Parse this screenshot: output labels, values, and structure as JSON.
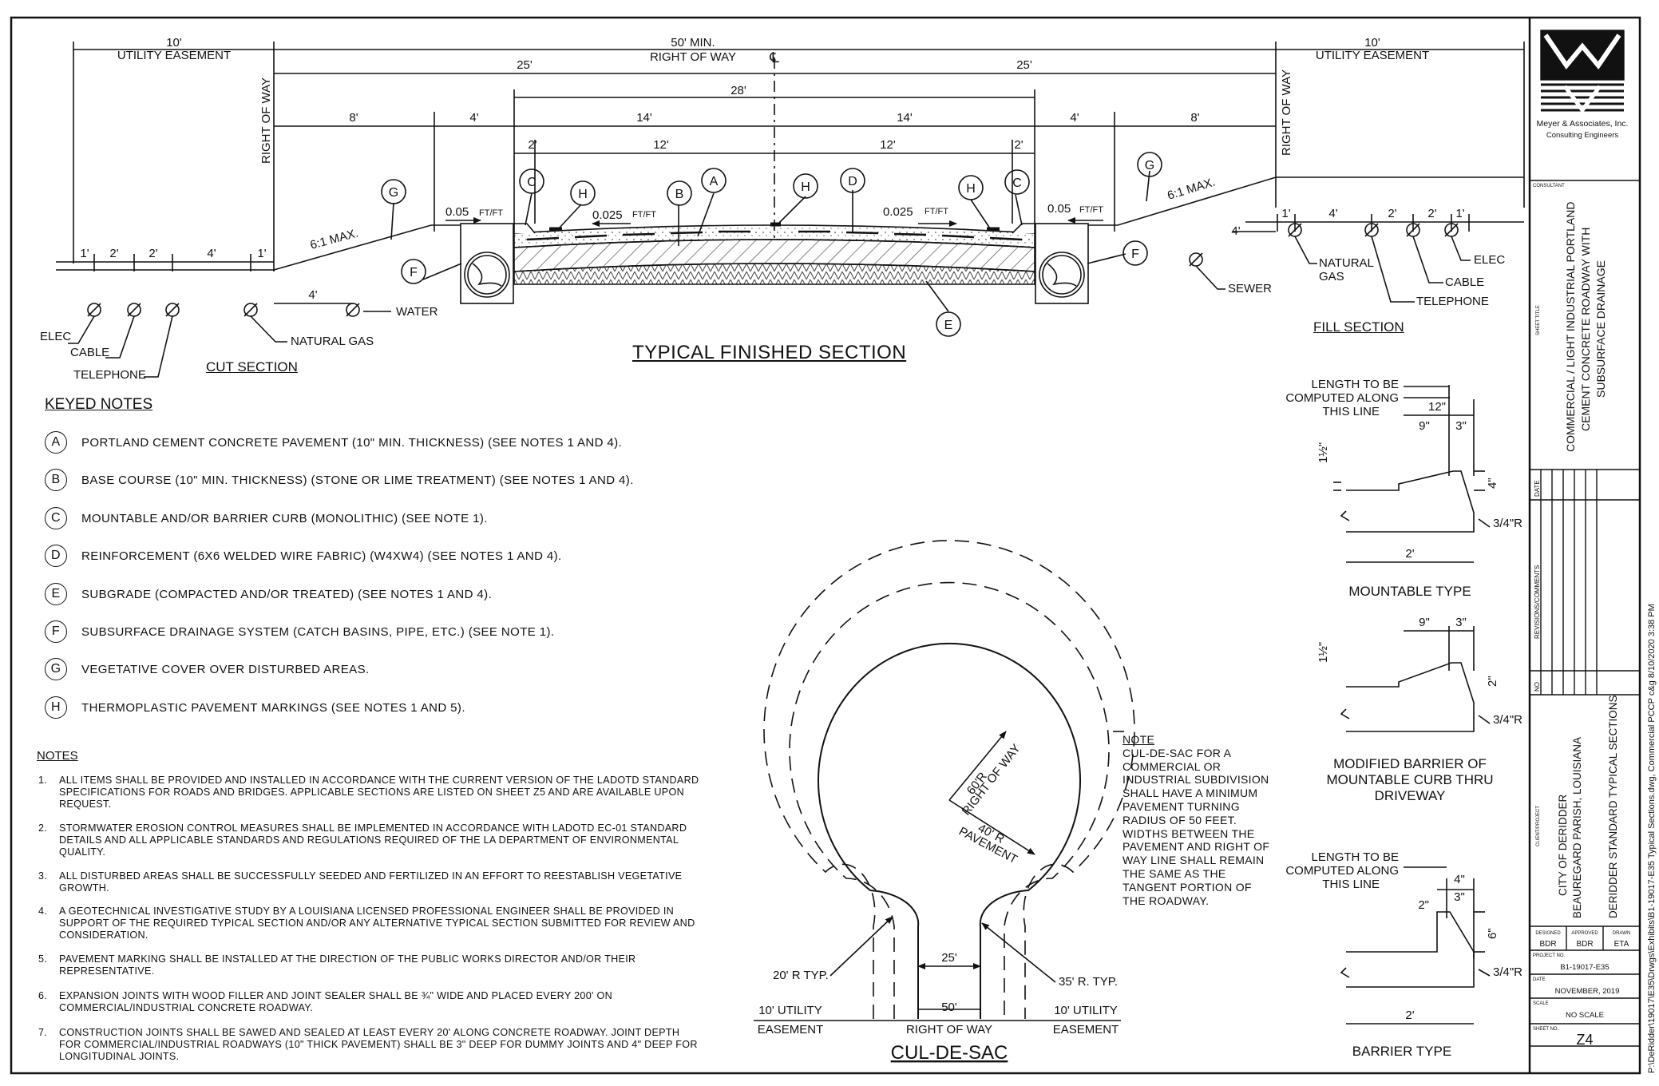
{
  "typical_section": {
    "title": "TYPICAL FINISHED SECTION",
    "cut_section": "CUT SECTION",
    "fill_section": "FILL SECTION",
    "dims": {
      "utility_easement_10": "10'",
      "utility_easement": "UTILITY EASEMENT",
      "row_50": "50' MIN.",
      "right_of_way": "RIGHT OF WAY",
      "centerline": "℄",
      "d25": "25'",
      "d28": "28'",
      "d8": "8'",
      "d4": "4'",
      "d14": "14'",
      "d2": "2'",
      "d12": "12'",
      "d1": "1'"
    },
    "slopes": {
      "s005": "0.05",
      "s0025": "0.025",
      "ftft": "FT/FT",
      "max61": "6:1 MAX."
    },
    "utilities": {
      "elec": "ELEC",
      "cable": "CABLE",
      "telephone": "TELEPHONE",
      "natural_gas": "NATURAL GAS",
      "water": "WATER",
      "sewer": "SEWER",
      "natural": "NATURAL",
      "gas": "GAS"
    },
    "letters": {
      "a": "A",
      "b": "B",
      "c": "C",
      "d": "D",
      "e": "E",
      "f": "F",
      "g": "G",
      "h": "H"
    }
  },
  "keyed_notes": {
    "title": "KEYED NOTES",
    "items": [
      {
        "key": "A",
        "text": "PORTLAND CEMENT CONCRETE PAVEMENT (10\" MIN. THICKNESS) (SEE NOTES 1 AND 4)."
      },
      {
        "key": "B",
        "text": "BASE COURSE (10\" MIN. THICKNESS) (STONE OR LIME TREATMENT) (SEE NOTES 1 AND 4)."
      },
      {
        "key": "C",
        "text": "MOUNTABLE AND/OR BARRIER CURB (MONOLITHIC) (SEE NOTE 1)."
      },
      {
        "key": "D",
        "text": "REINFORCEMENT (6X6 WELDED WIRE FABRIC) (W4XW4) (SEE NOTES 1 AND 4)."
      },
      {
        "key": "E",
        "text": "SUBGRADE (COMPACTED AND/OR TREATED) (SEE NOTES 1 AND 4)."
      },
      {
        "key": "F",
        "text": "SUBSURFACE DRAINAGE SYSTEM (CATCH BASINS, PIPE, ETC.) (SEE NOTE 1)."
      },
      {
        "key": "G",
        "text": "VEGETATIVE COVER OVER DISTURBED AREAS."
      },
      {
        "key": "H",
        "text": "THERMOPLASTIC PAVEMENT MARKINGS (SEE NOTES 1 AND 5)."
      }
    ]
  },
  "notes": {
    "title": "NOTES",
    "items": [
      {
        "num": "1.",
        "text": "ALL ITEMS SHALL BE PROVIDED AND INSTALLED IN ACCORDANCE WITH THE CURRENT VERSION OF THE LADOTD STANDARD SPECIFICATIONS FOR ROADS AND BRIDGES. APPLICABLE SECTIONS ARE LISTED ON SHEET Z5 AND ARE AVAILABLE UPON REQUEST."
      },
      {
        "num": "2.",
        "text": "STORMWATER EROSION CONTROL MEASURES SHALL BE IMPLEMENTED IN ACCORDANCE WITH LADOTD EC-01 STANDARD DETAILS AND ALL APPLICABLE STANDARDS AND REGULATIONS REQUIRED OF THE LA DEPARTMENT OF ENVIRONMENTAL QUALITY."
      },
      {
        "num": "3.",
        "text": "ALL DISTURBED AREAS SHALL BE SUCCESSFULLY SEEDED AND FERTILIZED IN AN EFFORT TO REESTABLISH VEGETATIVE GROWTH."
      },
      {
        "num": "4.",
        "text": "A GEOTECHNICAL INVESTIGATIVE STUDY BY A LOUISIANA LICENSED PROFESSIONAL ENGINEER SHALL BE PROVIDED IN SUPPORT OF THE REQUIRED TYPICAL SECTION AND/OR ANY ALTERNATIVE TYPICAL SECTION SUBMITTED FOR REVIEW AND CONSIDERATION."
      },
      {
        "num": "5.",
        "text": "PAVEMENT MARKING SHALL BE INSTALLED AT THE DIRECTION OF THE PUBLIC WORKS DIRECTOR AND/OR THEIR REPRESENTATIVE."
      },
      {
        "num": "6.",
        "text": "EXPANSION JOINTS WITH WOOD FILLER AND JOINT SEALER SHALL BE ¾\" WIDE AND PLACED EVERY 200' ON COMMERCIAL/INDUSTRIAL CONCRETE ROADWAY."
      },
      {
        "num": "7.",
        "text": "CONSTRUCTION JOINTS SHALL BE SAWED AND SEALED AT LEAST EVERY 20' ALONG CONCRETE ROADWAY. JOINT DEPTH FOR COMMERCIAL/INDUSTRIAL ROADWAYS (10\" THICK PAVEMENT) SHALL BE 3\" DEEP FOR DUMMY JOINTS AND 4\" DEEP FOR LONGITUDINAL JOINTS."
      }
    ]
  },
  "cul_de_sac": {
    "title": "CUL-DE-SAC",
    "r60": "60'R",
    "row": "RIGHT OF WAY",
    "r40": "40' R",
    "pavement": "PAVEMENT",
    "r20": "20' R TYP.",
    "r35": "35' R. TYP.",
    "d25": "25'",
    "d50": "50'",
    "row2": "RIGHT OF WAY",
    "util10": "10' UTILITY",
    "easement": "EASEMENT",
    "note_title": "NOTE",
    "note_lines": [
      "CUL-DE-SAC FOR A",
      "COMMERCIAL OR",
      "INDUSTRIAL SUBDIVISION",
      "SHALL HAVE A MINIMUM",
      "PAVEMENT TURNING",
      "RADIUS OF 50 FEET.",
      "WIDTHS BETWEEN THE",
      "PAVEMENT AND RIGHT OF",
      "WAY LINE SHALL REMAIN",
      "THE SAME AS THE",
      "TANGENT PORTION OF",
      "THE ROADWAY."
    ]
  },
  "curbs": {
    "length1": [
      "LENGTH TO BE",
      "COMPUTED ALONG",
      "THIS LINE"
    ],
    "d12in": "12\"",
    "d9in": "9\"",
    "d3in": "3\"",
    "d4in": "4\"",
    "d2in": "2\"",
    "d6in": "6\"",
    "d112": "1½\"",
    "r34": "3/4\"R",
    "d2ft": "2'",
    "mountable": "MOUNTABLE TYPE",
    "modified": [
      "MODIFIED BARRIER OF",
      "MOUNTABLE CURB THRU",
      "DRIVEWAY"
    ],
    "barrier": "BARRIER TYPE"
  },
  "title_block": {
    "firm": "Meyer & Associates, Inc.",
    "firm_sub": "Consulting Engineers",
    "consultant": "CONSULTANT",
    "sheet_title_label": "SHEET TITLE",
    "sheet_title": [
      "COMMERCIAL / LIGHT INDUSTRIAL PORTLAND",
      "CEMENT CONCRETE ROADWAY WITH",
      "SUBSURFACE DRAINAGE"
    ],
    "date": "DATE",
    "revisions": "REVISIONS/COMMENTS",
    "no": "NO",
    "client_label": "CLIENT/PROJECT",
    "client": [
      "CITY OF DERIDDER",
      "BEAUREGARD PARISH, LOUISIANA"
    ],
    "project_desc": "DERIDDER STANDARD TYPICAL SECTIONS",
    "designed": "DESIGNED",
    "approved": "APPROVED",
    "drawn": "DRAWN",
    "designed_by": "BDR",
    "approved_by": "BDR",
    "drawn_by": "ETA",
    "project_no_label": "PROJECT NO.",
    "project_no": "B1-19017-E35",
    "date_label": "DATE",
    "date_value": "NOVEMBER, 2019",
    "scale_label": "SCALE",
    "scale": "NO SCALE",
    "sheet_no_label": "SHEET NO.",
    "sheet_no": "Z4"
  },
  "file_path": "P:\\DeRidder\\19017\\E35\\Drwgs\\Exhibits\\B1-19017-E35 Typical Sections.dwg, Commercial PCCP c&g 8/10/2020 3:38 PM"
}
